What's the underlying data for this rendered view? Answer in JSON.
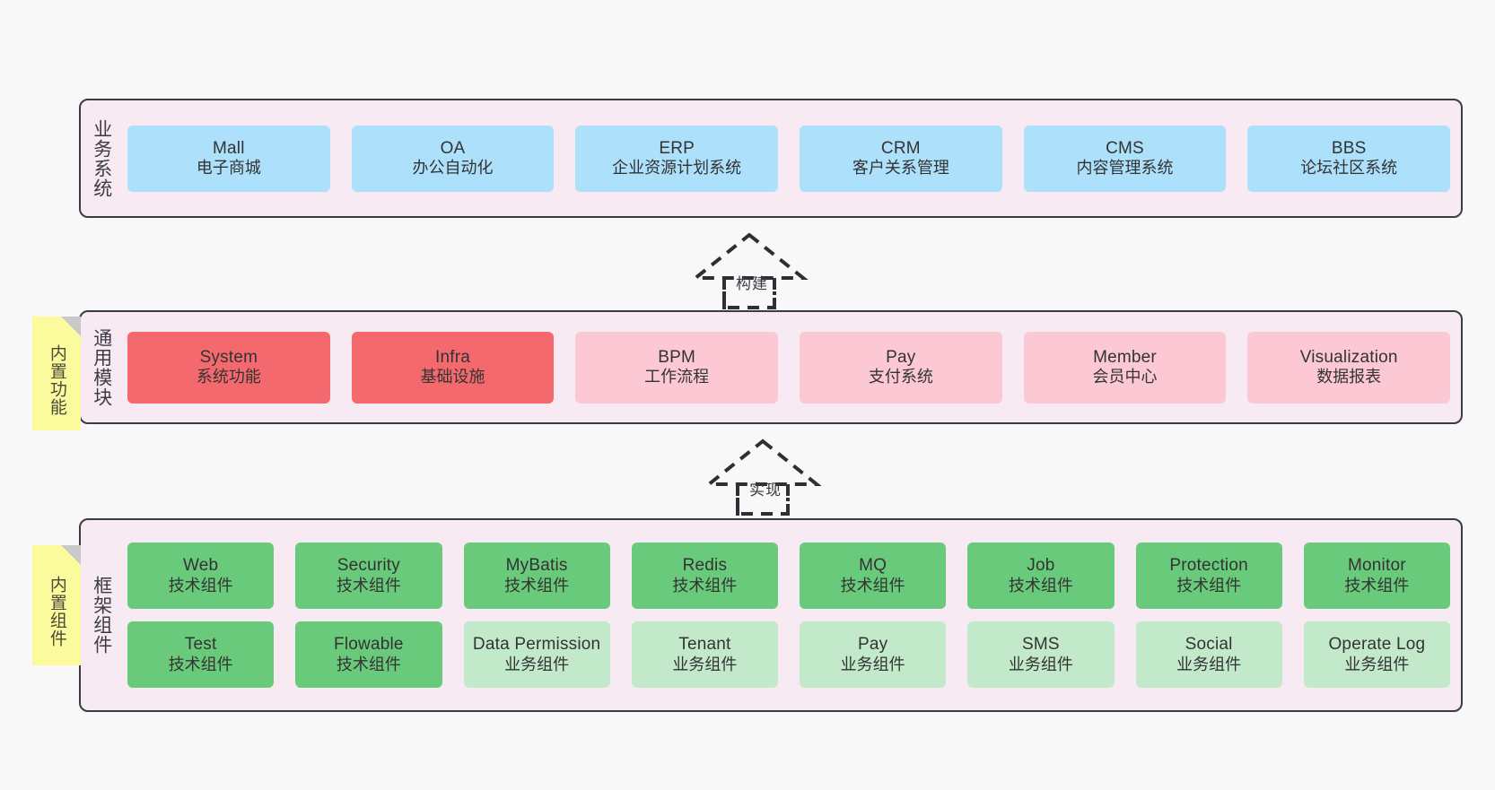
{
  "layers": [
    {
      "id": "business-system",
      "label": "业务系统",
      "rows": [
        {
          "color": "c-blue",
          "height": "h-biz",
          "cards": [
            {
              "en": "Mall",
              "cn": "电子商城"
            },
            {
              "en": "OA",
              "cn": "办公自动化"
            },
            {
              "en": "ERP",
              "cn": "企业资源计划系统"
            },
            {
              "en": "CRM",
              "cn": "客户关系管理"
            },
            {
              "en": "CMS",
              "cn": "内容管理系统"
            },
            {
              "en": "BBS",
              "cn": "论坛社区系统"
            }
          ]
        }
      ]
    },
    {
      "id": "common-module",
      "label": "通用模块",
      "rows": [
        {
          "height": "h-mod",
          "cards": [
            {
              "en": "System",
              "cn": "系统功能",
              "color": "c-red"
            },
            {
              "en": "Infra",
              "cn": "基础设施",
              "color": "c-red"
            },
            {
              "en": "BPM",
              "cn": "工作流程",
              "color": "c-pink"
            },
            {
              "en": "Pay",
              "cn": "支付系统",
              "color": "c-pink"
            },
            {
              "en": "Member",
              "cn": "会员中心",
              "color": "c-pink"
            },
            {
              "en": "Visualization",
              "cn": "数据报表",
              "color": "c-pink"
            }
          ]
        }
      ]
    },
    {
      "id": "framework-component",
      "label": "框架组件",
      "rows": [
        {
          "color": "c-green",
          "height": "h-frame",
          "cards": [
            {
              "en": "Web",
              "cn": "技术组件"
            },
            {
              "en": "Security",
              "cn": "技术组件"
            },
            {
              "en": "MyBatis",
              "cn": "技术组件"
            },
            {
              "en": "Redis",
              "cn": "技术组件"
            },
            {
              "en": "MQ",
              "cn": "技术组件"
            },
            {
              "en": "Job",
              "cn": "技术组件"
            },
            {
              "en": "Protection",
              "cn": "技术组件"
            },
            {
              "en": "Monitor",
              "cn": "技术组件"
            }
          ]
        },
        {
          "height": "h-frame",
          "cards": [
            {
              "en": "Test",
              "cn": "技术组件",
              "color": "c-green"
            },
            {
              "en": "Flowable",
              "cn": "技术组件",
              "color": "c-green"
            },
            {
              "en": "Data Permission",
              "cn": "业务组件",
              "color": "c-lightgreen"
            },
            {
              "en": "Tenant",
              "cn": "业务组件",
              "color": "c-lightgreen"
            },
            {
              "en": "Pay",
              "cn": "业务组件",
              "color": "c-lightgreen"
            },
            {
              "en": "SMS",
              "cn": "业务组件",
              "color": "c-lightgreen"
            },
            {
              "en": "Social",
              "cn": "业务组件",
              "color": "c-lightgreen"
            },
            {
              "en": "Operate Log",
              "cn": "业务组件",
              "color": "c-lightgreen"
            }
          ]
        }
      ]
    }
  ],
  "stickies": [
    {
      "id": "builtin-function",
      "text": "内置功能"
    },
    {
      "id": "builtin-component",
      "text": "内置组件"
    }
  ],
  "connectors": [
    {
      "id": "build",
      "label": "构建"
    },
    {
      "id": "implement",
      "label": "实现"
    }
  ],
  "colors": {
    "canvas": "#f8f8f8",
    "container_bg": "#f8eaf3",
    "container_border": "#3b3b44",
    "business_card": "#ade0fb",
    "module_core": "#f4696e",
    "module_optional": "#fbc8d3",
    "framework_tech": "#69ca7b",
    "framework_business": "#c2e9ca",
    "sticky_note": "#fbfb9e",
    "sticky_fold": "#c9c9c9",
    "connector": "#2e2e34"
  }
}
